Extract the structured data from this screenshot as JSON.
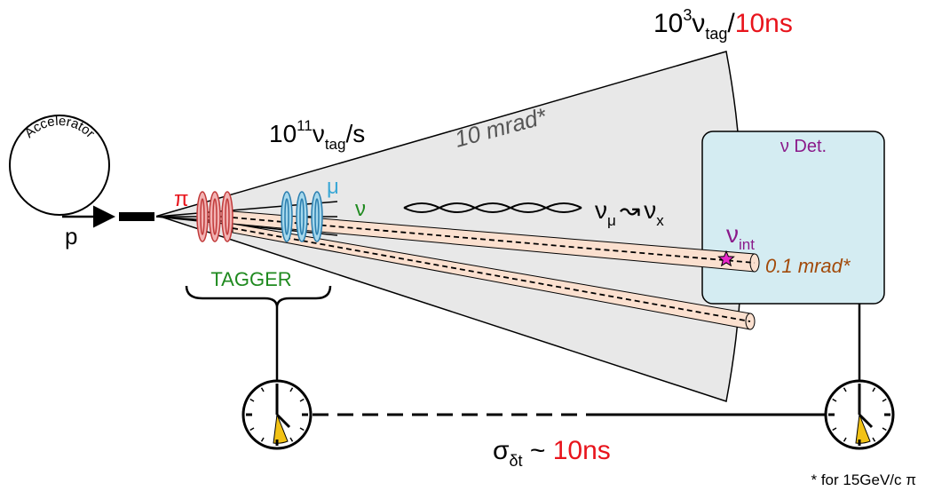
{
  "accelerator": {
    "label": "Accelerator",
    "proton_label": "p"
  },
  "particles": {
    "pion": "π",
    "muon": "μ",
    "neutrino": "ν"
  },
  "tagger": {
    "label": "TAGGER"
  },
  "rates": {
    "tag_rate_base": "10",
    "tag_rate_exp": "11",
    "tag_rate_nu": "ν",
    "tag_rate_sub": "tag",
    "tag_rate_unit": "/s",
    "window_base": "10",
    "window_exp": "3",
    "window_nu": "ν",
    "window_sub": "tag",
    "window_slash": "/",
    "window_time": "10ns"
  },
  "angles": {
    "wide_cone": "10 mrad*",
    "beam_cone": "0.1 mrad*"
  },
  "oscillation": {
    "from_nu": "ν",
    "from_sub": "μ",
    "arrow": "↝",
    "to_nu": "ν",
    "to_sub": "x"
  },
  "detector": {
    "label": "ν Det.",
    "interaction_nu": "ν",
    "interaction_sub": "int"
  },
  "timing": {
    "sigma": "σ",
    "sigma_sub": "δt",
    "approx": " ~ ",
    "resolution": "10ns"
  },
  "footnote": "* for 15GeV/c π",
  "colors": {
    "red": "#e8141c",
    "green": "#1f8a1f",
    "cyan": "#3ba8d6",
    "purple": "#8a1a8a",
    "brown": "#a24a0a",
    "cone_fill": "#e8e8e8",
    "detector_fill": "#d4ecf2",
    "beam_fill": "#fbe0cf",
    "clock_wedge": "#f2c215"
  },
  "icons": [
    "clock-icon",
    "star-icon",
    "ring-icon"
  ]
}
